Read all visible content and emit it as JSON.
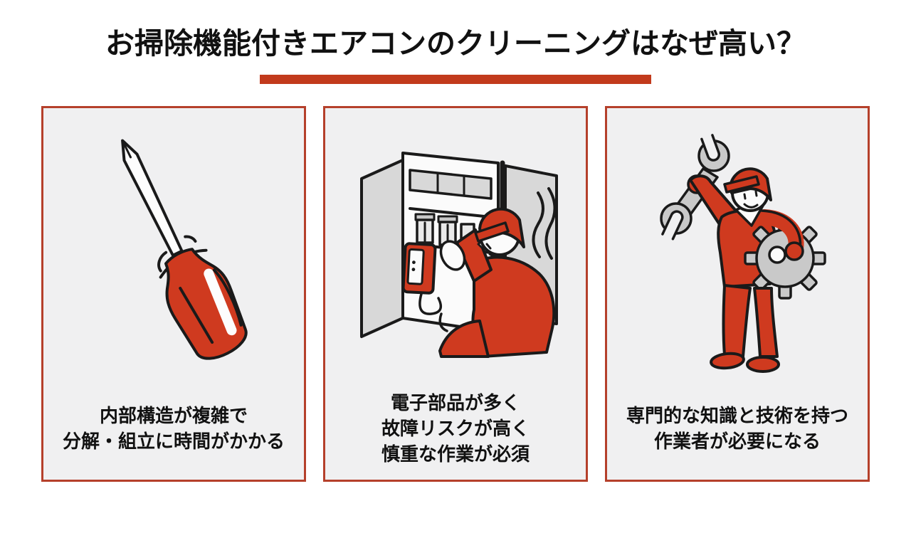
{
  "page": {
    "title": "お掃除機能付きエアコンのクリーニングはなぜ高い？"
  },
  "colors": {
    "accent_bar": "#c23a1c",
    "card_border": "#b5402b",
    "card_background": "#f0f0f1",
    "illustration_red": "#cf3a1f",
    "illustration_gray": "#c9c9c9",
    "outline_black": "#1a1a1a"
  },
  "cards": [
    {
      "illustration": "screwdriver-illustration",
      "caption_lines": [
        "内部構造が複雑で",
        "分解・組立に時間がかかる"
      ]
    },
    {
      "illustration": "technician-panel-illustration",
      "caption_lines": [
        "電子部品が多く",
        "故障リスクが高く",
        "慎重な作業が必須"
      ]
    },
    {
      "illustration": "worker-wrench-gear-illustration",
      "caption_lines": [
        "専門的な知識と技術を持つ",
        "作業者が必要になる"
      ]
    }
  ]
}
